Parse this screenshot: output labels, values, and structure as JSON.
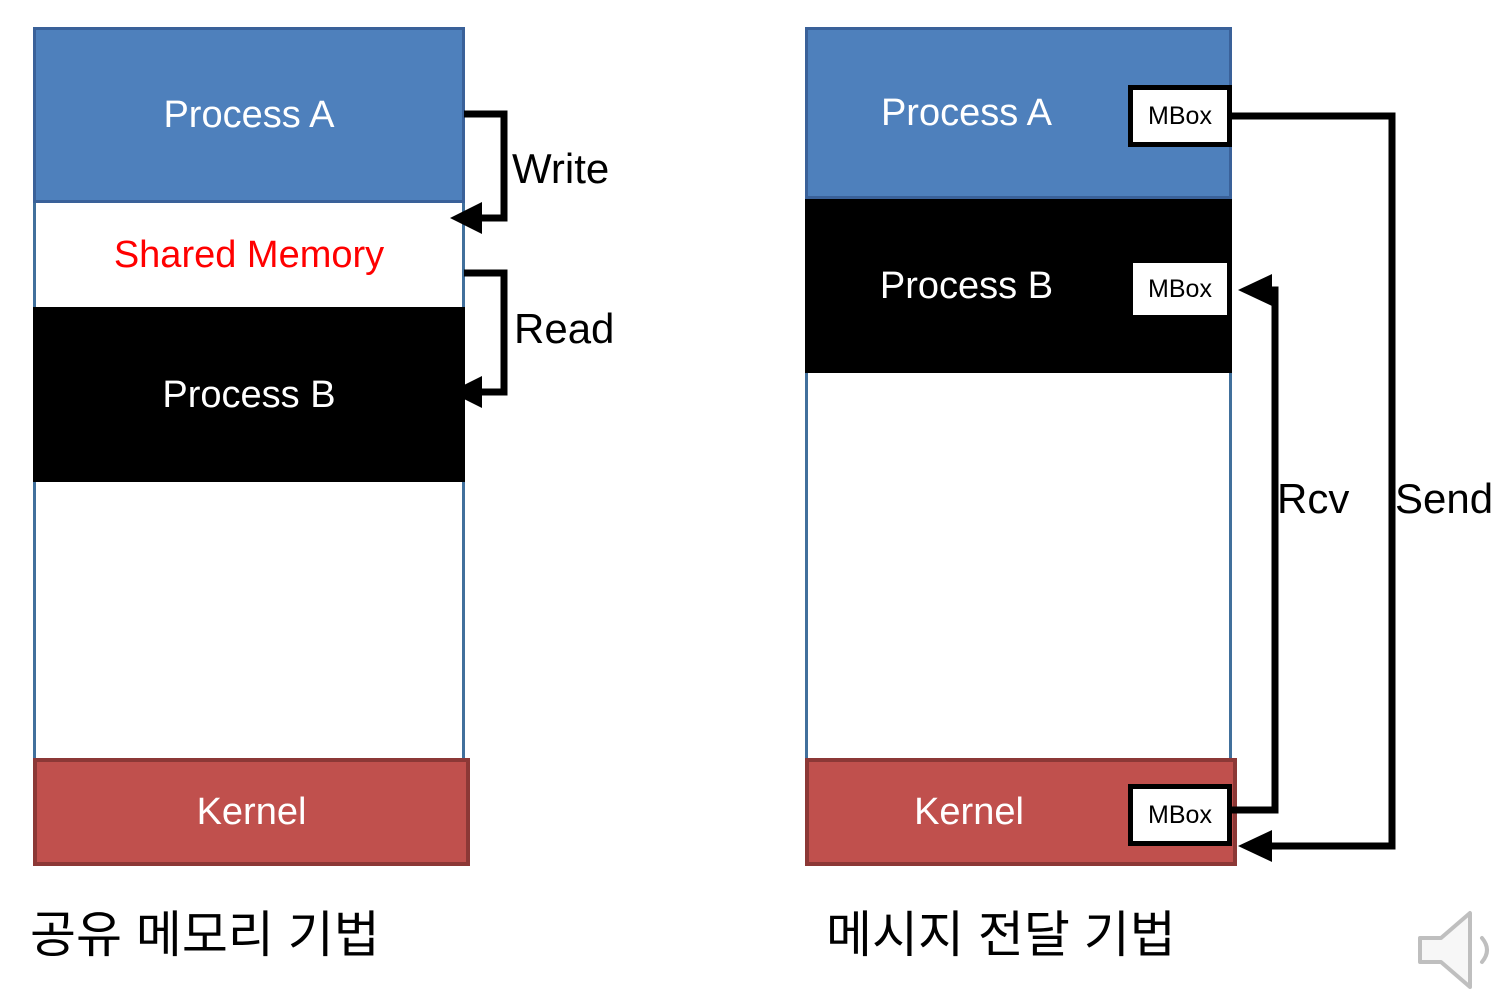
{
  "diagrams": [
    {
      "id": "shared-memory",
      "caption": "공유 메모리 기법",
      "segments": [
        {
          "name": "process-a",
          "label": "Process A",
          "fill": "#4E80BC",
          "text_color": "#FFFFFF"
        },
        {
          "name": "shared-memory",
          "label": "Shared Memory",
          "fill": "#FFFFFF",
          "text_color": "#FF0000"
        },
        {
          "name": "process-b",
          "label": "Process B",
          "fill": "#000000",
          "text_color": "#FFFFFF"
        },
        {
          "name": "free-space",
          "label": "",
          "fill": "#FFFFFF",
          "text_color": "#000000"
        },
        {
          "name": "kernel",
          "label": "Kernel",
          "fill": "#C0504D",
          "text_color": "#FFFFFF"
        }
      ],
      "connectors": [
        {
          "name": "write-arrow",
          "label": "Write",
          "from": "process-a",
          "to": "shared-memory"
        },
        {
          "name": "read-arrow",
          "label": "Read",
          "from": "shared-memory",
          "to": "process-b"
        }
      ]
    },
    {
      "id": "message-passing",
      "caption": "메시지 전달 기법",
      "segments": [
        {
          "name": "process-a",
          "label": "Process A",
          "fill": "#4E80BC",
          "text_color": "#FFFFFF",
          "mbox": "MBox"
        },
        {
          "name": "process-b",
          "label": "Process B",
          "fill": "#000000",
          "text_color": "#FFFFFF",
          "mbox": "MBox"
        },
        {
          "name": "free-space",
          "label": "",
          "fill": "#FFFFFF",
          "text_color": "#000000"
        },
        {
          "name": "kernel",
          "label": "Kernel",
          "fill": "#C0504D",
          "text_color": "#FFFFFF",
          "mbox": "MBox"
        }
      ],
      "connectors": [
        {
          "name": "send-arrow",
          "label": "Send",
          "from": "process-a-mbox",
          "to": "kernel-mbox"
        },
        {
          "name": "rcv-arrow",
          "label": "Rcv",
          "from": "kernel-mbox",
          "to": "process-b-mbox"
        }
      ]
    }
  ],
  "mbox_label": "MBox",
  "media": {
    "speaker_icon": "speaker-icon"
  },
  "colors": {
    "process_blue": "#4E80BC",
    "process_blue_border": "#3A6199",
    "process_black": "#000000",
    "kernel_red": "#C0504D",
    "kernel_red_border": "#8C3836",
    "frame_border": "#41709C",
    "shared_memory_text": "#FF0000",
    "arrow": "#000000",
    "speaker": "#BFBFBF"
  }
}
